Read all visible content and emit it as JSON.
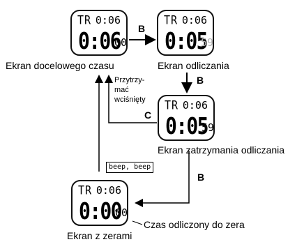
{
  "screens": {
    "target": {
      "mode": "TR",
      "top_time": "0:06",
      "big_time": "0:06",
      "seconds": "00"
    },
    "countdown": {
      "mode": "TR",
      "top_time": "0:06",
      "big_time": "0:05",
      "seconds": "59"
    },
    "stopped": {
      "mode": "TR",
      "top_time": "0:06",
      "big_time": "0:05",
      "seconds": "59"
    },
    "zero": {
      "mode": "TR",
      "top_time": "0:06",
      "big_time": "0:00",
      "seconds": "00"
    }
  },
  "labels": {
    "target": "Ekran docelowego czasu",
    "countdown": "Ekran odliczania",
    "stopped": "Ekran zatrzymania odliczania",
    "zero": "Ekran z zerami",
    "zero_note": "Czas odliczony do zera",
    "hold_line1": "Przytrzy-",
    "hold_line2": "mać",
    "hold_line3": "wciśnięty",
    "beep": "beep, beep"
  },
  "keys": {
    "b1": "B",
    "b2": "B",
    "b3": "B",
    "c": "C"
  }
}
